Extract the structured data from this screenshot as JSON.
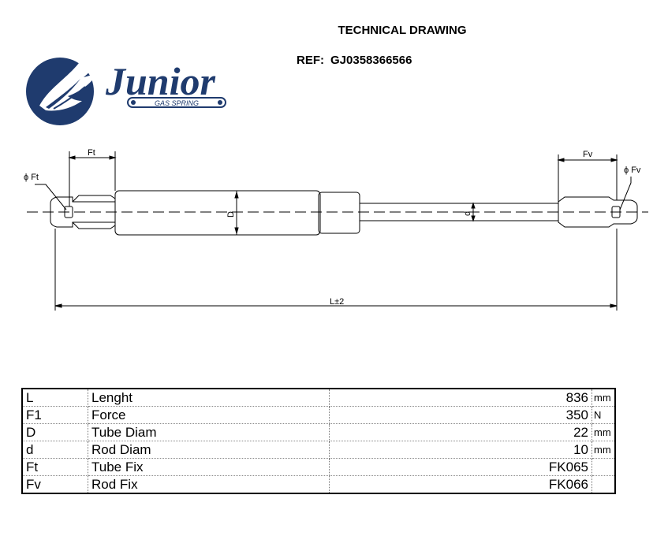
{
  "header": {
    "title": "TECHNICAL DRAWING",
    "ref_label": "REF:",
    "ref_value": "GJ0358366566"
  },
  "logo": {
    "brand": "Junior",
    "tagline": "GAS SPRING",
    "brand_color": "#1f3b6e"
  },
  "drawing": {
    "label_ft_dim": "Ft",
    "label_fv_dim": "Fv",
    "label_phi_ft": "ϕ Ft",
    "label_phi_fv": "ϕ Fv",
    "label_D": "D",
    "label_d": "d",
    "label_length": "L±2"
  },
  "specs": {
    "rows": [
      {
        "code": "L",
        "name": "Lenght",
        "value": "836",
        "unit": "mm"
      },
      {
        "code": "F1",
        "name": "Force",
        "value": "350",
        "unit": "N"
      },
      {
        "code": "D",
        "name": "Tube Diam",
        "value": "22",
        "unit": "mm"
      },
      {
        "code": "d",
        "name": "Rod Diam",
        "value": "10",
        "unit": "mm"
      },
      {
        "code": "Ft",
        "name": "Tube Fix",
        "value": "FK065",
        "unit": ""
      },
      {
        "code": "Fv",
        "name": "Rod Fix",
        "value": "FK066",
        "unit": ""
      }
    ]
  }
}
